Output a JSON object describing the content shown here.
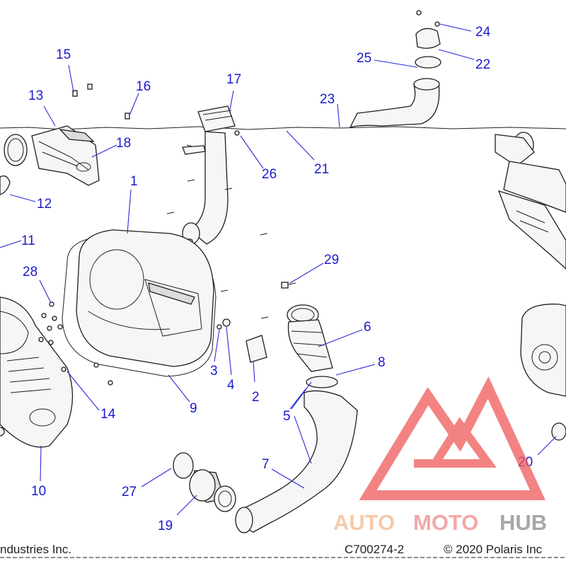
{
  "diagram": {
    "part_numbers": [
      {
        "id": "p1",
        "label": "1"
      },
      {
        "id": "p2",
        "label": "2"
      },
      {
        "id": "p3",
        "label": "3"
      },
      {
        "id": "p4",
        "label": "4"
      },
      {
        "id": "p5",
        "label": "5"
      },
      {
        "id": "p6",
        "label": "6"
      },
      {
        "id": "p7",
        "label": "7"
      },
      {
        "id": "p8",
        "label": "8"
      },
      {
        "id": "p9",
        "label": "9"
      },
      {
        "id": "p10",
        "label": "10"
      },
      {
        "id": "p11",
        "label": "11"
      },
      {
        "id": "p12",
        "label": "12"
      },
      {
        "id": "p13",
        "label": "13"
      },
      {
        "id": "p14",
        "label": "14"
      },
      {
        "id": "p15",
        "label": "15"
      },
      {
        "id": "p16",
        "label": "16"
      },
      {
        "id": "p17",
        "label": "17"
      },
      {
        "id": "p18",
        "label": "18"
      },
      {
        "id": "p19",
        "label": "19"
      },
      {
        "id": "p20",
        "label": "20"
      },
      {
        "id": "p21",
        "label": "21"
      },
      {
        "id": "p22",
        "label": "22"
      },
      {
        "id": "p23",
        "label": "23"
      },
      {
        "id": "p24",
        "label": "24"
      },
      {
        "id": "p25",
        "label": "25"
      },
      {
        "id": "p26",
        "label": "26"
      },
      {
        "id": "p27",
        "label": "27"
      },
      {
        "id": "p28",
        "label": "28"
      },
      {
        "id": "p29",
        "label": "29"
      }
    ],
    "footer": {
      "left_text": "ndustries Inc.",
      "diagram_code": "C700274-2",
      "copyright": "© 2020 Polaris Inc"
    },
    "watermark": {
      "brand_auto": "AUTO",
      "brand_moto": "MOTO",
      "brand_hub": "HUB",
      "color_auto": "#f3b98c",
      "color_moto": "#f08a8a",
      "color_hub": "#8a8a8a",
      "logo_color": "#f05a5a"
    }
  }
}
